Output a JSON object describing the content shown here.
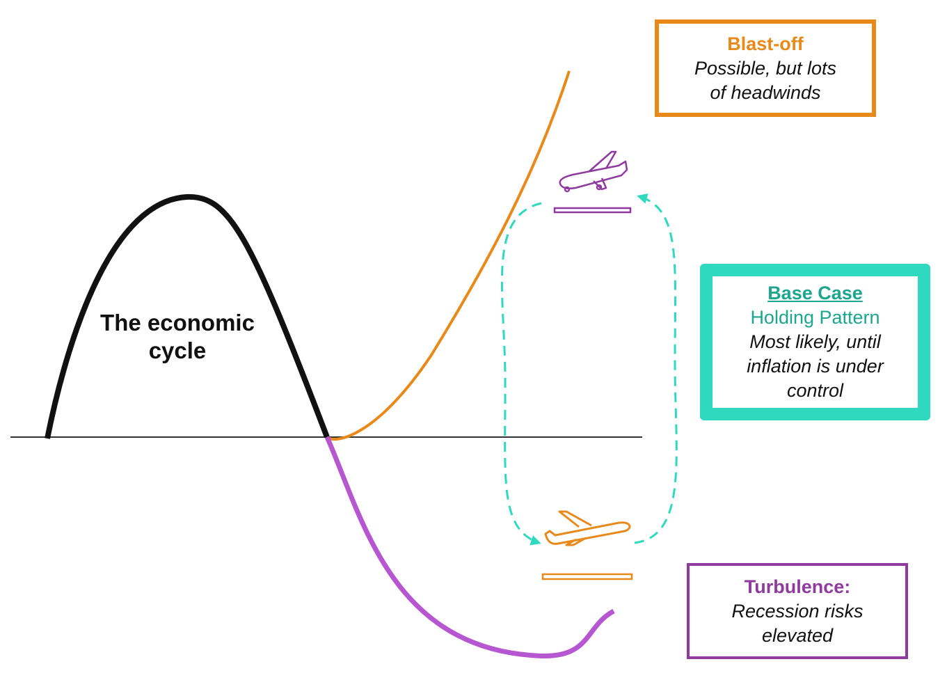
{
  "colors": {
    "cycle": "#111111",
    "axis": "#333333",
    "blastoff": "#E8891A",
    "turbulence": "#8E3A9F",
    "turbulence_curve": "#B657D1",
    "base_case": "#2ED9BF",
    "base_case_text": "#1DA68E"
  },
  "cycle": {
    "label_line1": "The economic",
    "label_line2": "cycle"
  },
  "icons": {
    "top": "airplane-landing-icon",
    "bottom": "airplane-takeoff-icon"
  },
  "blastoff": {
    "title": "Blast-off",
    "line1": "Possible, but lots",
    "line2": "of headwinds"
  },
  "base_case": {
    "title": "Base Case",
    "subtitle": "Holding Pattern",
    "line1": "Most likely, until",
    "line2": "inflation is under",
    "line3": "control"
  },
  "turbulence": {
    "title": "Turbulence:",
    "line1": "Recession risks",
    "line2": "elevated"
  }
}
